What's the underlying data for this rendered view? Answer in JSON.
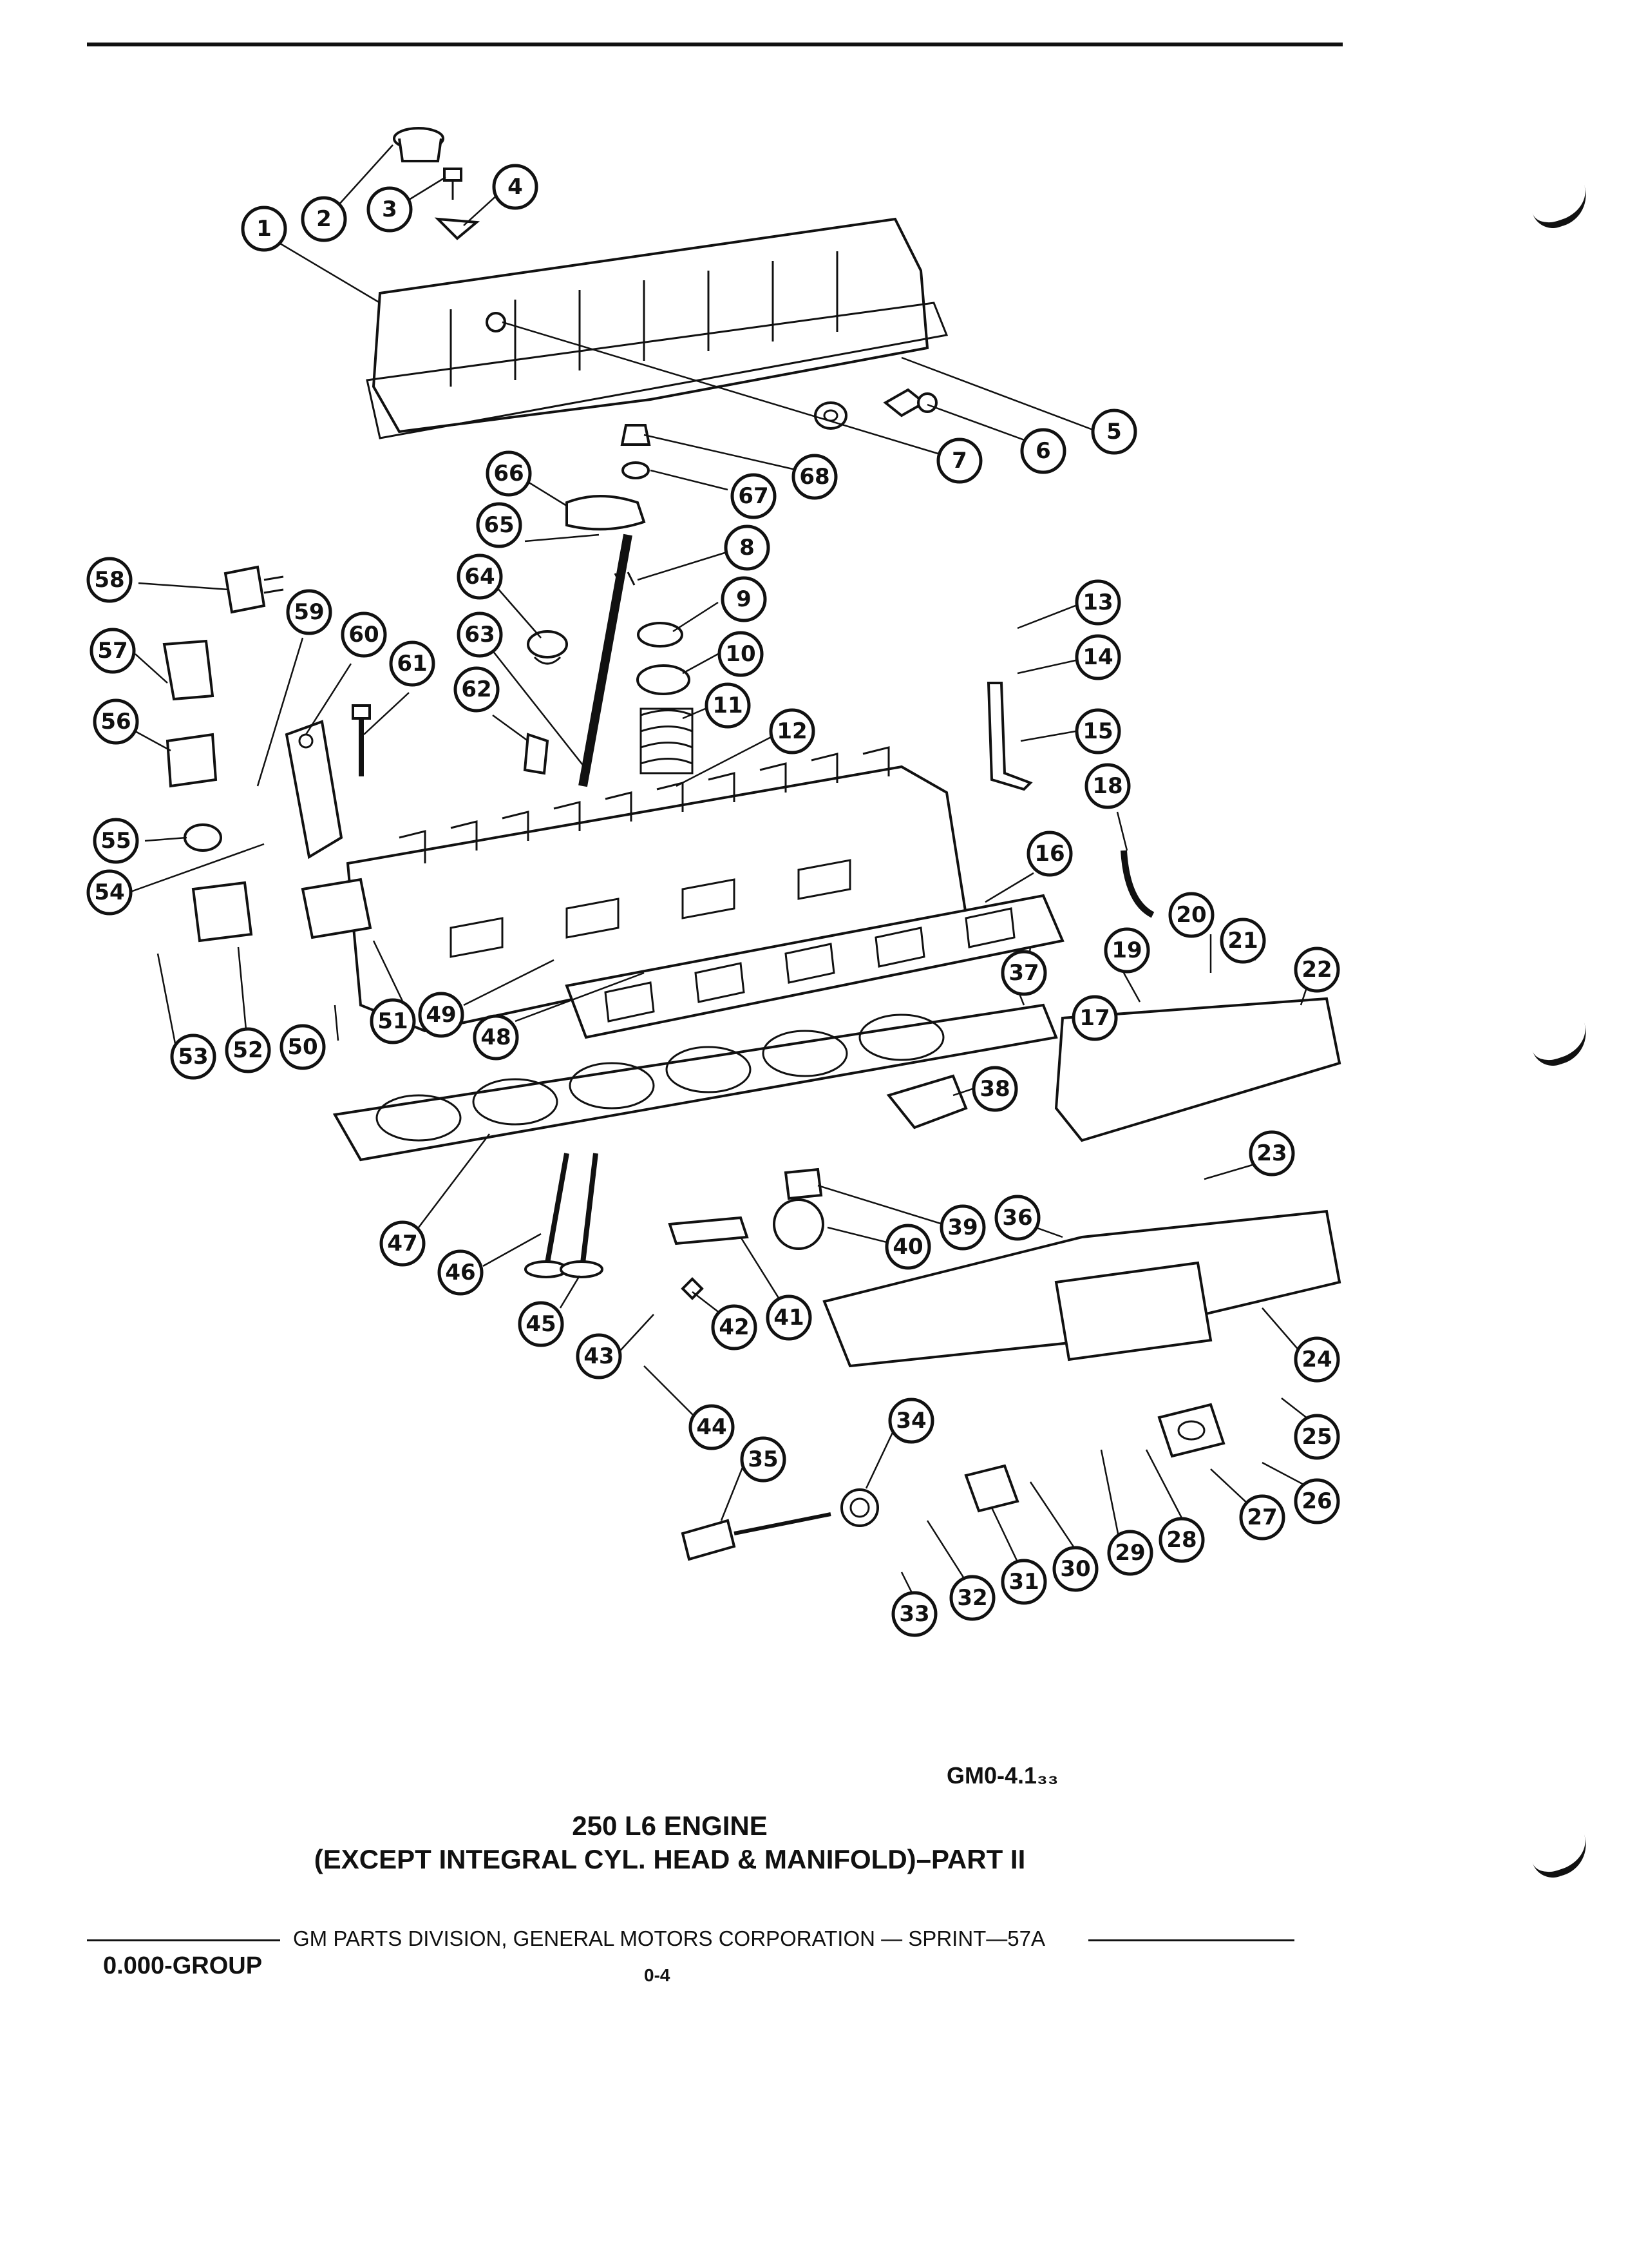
{
  "figure": {
    "code": "GM0-4.1₃₃",
    "title_line1": "250 L6 ENGINE",
    "title_line2": "(EXCEPT INTEGRAL CYL. HEAD & MANIFOLD)–PART II"
  },
  "footer": {
    "text": "GM PARTS DIVISION, GENERAL MOTORS CORPORATION — SPRINT—57A",
    "group": "0.000-GROUP",
    "page": "0-4"
  },
  "callouts": [
    {
      "id": "c1",
      "label": "1"
    },
    {
      "id": "c2",
      "label": "2"
    },
    {
      "id": "c3",
      "label": "3"
    },
    {
      "id": "c4",
      "label": "4"
    },
    {
      "id": "c5",
      "label": "5"
    },
    {
      "id": "c6",
      "label": "6"
    },
    {
      "id": "c7",
      "label": "7"
    },
    {
      "id": "c8",
      "label": "8"
    },
    {
      "id": "c9",
      "label": "9"
    },
    {
      "id": "c10",
      "label": "10"
    },
    {
      "id": "c11",
      "label": "11"
    },
    {
      "id": "c12",
      "label": "12"
    },
    {
      "id": "c13",
      "label": "13"
    },
    {
      "id": "c14",
      "label": "14"
    },
    {
      "id": "c15",
      "label": "15"
    },
    {
      "id": "c16",
      "label": "16"
    },
    {
      "id": "c17",
      "label": "17"
    },
    {
      "id": "c18",
      "label": "18"
    },
    {
      "id": "c19",
      "label": "19"
    },
    {
      "id": "c20",
      "label": "20"
    },
    {
      "id": "c21",
      "label": "21"
    },
    {
      "id": "c22",
      "label": "22"
    },
    {
      "id": "c23",
      "label": "23"
    },
    {
      "id": "c24",
      "label": "24"
    },
    {
      "id": "c25",
      "label": "25"
    },
    {
      "id": "c26",
      "label": "26"
    },
    {
      "id": "c27",
      "label": "27"
    },
    {
      "id": "c28",
      "label": "28"
    },
    {
      "id": "c29",
      "label": "29"
    },
    {
      "id": "c30",
      "label": "30"
    },
    {
      "id": "c31",
      "label": "31"
    },
    {
      "id": "c32",
      "label": "32"
    },
    {
      "id": "c33",
      "label": "33"
    },
    {
      "id": "c34",
      "label": "34"
    },
    {
      "id": "c35",
      "label": "35"
    },
    {
      "id": "c36",
      "label": "36"
    },
    {
      "id": "c37",
      "label": "37"
    },
    {
      "id": "c38",
      "label": "38"
    },
    {
      "id": "c39",
      "label": "39"
    },
    {
      "id": "c40",
      "label": "40"
    },
    {
      "id": "c41",
      "label": "41"
    },
    {
      "id": "c42",
      "label": "42"
    },
    {
      "id": "c43",
      "label": "43"
    },
    {
      "id": "c44",
      "label": "44"
    },
    {
      "id": "c45",
      "label": "45"
    },
    {
      "id": "c46",
      "label": "46"
    },
    {
      "id": "c47",
      "label": "47"
    },
    {
      "id": "c48",
      "label": "48"
    },
    {
      "id": "c49",
      "label": "49"
    },
    {
      "id": "c50",
      "label": "50"
    },
    {
      "id": "c51",
      "label": "51"
    },
    {
      "id": "c52",
      "label": "52"
    },
    {
      "id": "c53",
      "label": "53"
    },
    {
      "id": "c54",
      "label": "54"
    },
    {
      "id": "c55",
      "label": "55"
    },
    {
      "id": "c56",
      "label": "56"
    },
    {
      "id": "c57",
      "label": "57"
    },
    {
      "id": "c58",
      "label": "58"
    },
    {
      "id": "c59",
      "label": "59"
    },
    {
      "id": "c60",
      "label": "60"
    },
    {
      "id": "c61",
      "label": "61"
    },
    {
      "id": "c62",
      "label": "62"
    },
    {
      "id": "c63",
      "label": "63"
    },
    {
      "id": "c64",
      "label": "64"
    },
    {
      "id": "c65",
      "label": "65"
    },
    {
      "id": "c66",
      "label": "66"
    },
    {
      "id": "c67",
      "label": "67"
    },
    {
      "id": "c68",
      "label": "68"
    }
  ]
}
